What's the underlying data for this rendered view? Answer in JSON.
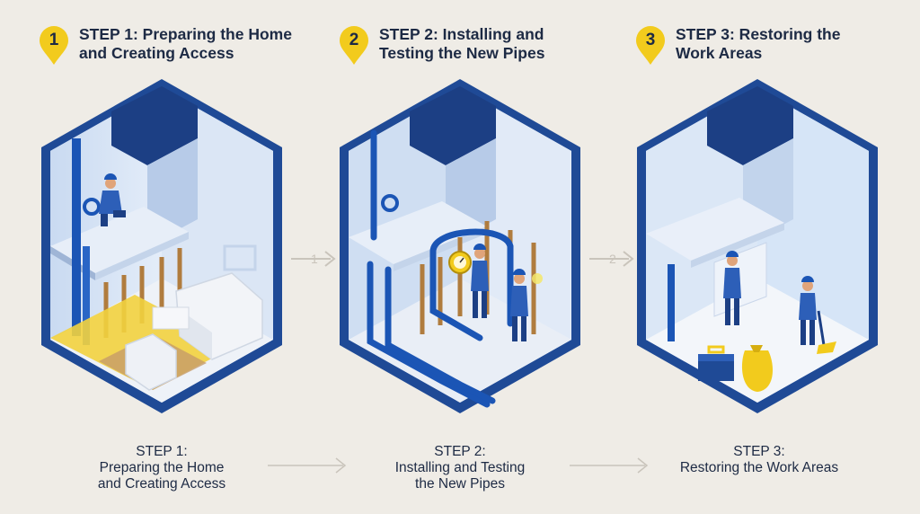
{
  "steps": [
    {
      "number": "1",
      "header_line1": "STEP 1: Preparing the Home",
      "header_line2": "and Creating Access",
      "caption_line1": "STEP 1:",
      "caption_line2": "Preparing the Home",
      "caption_line3": "and Creating Access"
    },
    {
      "number": "2",
      "header_line1": "STEP 2: Installing and",
      "header_line2": "Testing the New Pipes",
      "caption_line1": "STEP 2:",
      "caption_line2": "Installing and Testing",
      "caption_line3": "the New Pipes"
    },
    {
      "number": "3",
      "header_line1": "STEP 3: Restoring the",
      "header_line2": "Work Areas",
      "caption_line1": "STEP 3:",
      "caption_line2": "Restoring the Work Areas",
      "caption_line3": ""
    }
  ],
  "arrows": [
    {
      "label": "1"
    },
    {
      "label": "2"
    }
  ],
  "icons": [
    "map-pin-icon",
    "worker-icon",
    "pipe-icon",
    "gauge-icon",
    "toolbox-icon",
    "trash-bag-icon",
    "broom-icon",
    "arrow-right-icon"
  ],
  "colors": {
    "background": "#efece6",
    "frame_blue": "#1f4a96",
    "pipe_blue": "#1b55b5",
    "wall_light": "#d9e6f6",
    "accent_yellow": "#f2cb1d",
    "text_dark": "#1d2a44"
  }
}
